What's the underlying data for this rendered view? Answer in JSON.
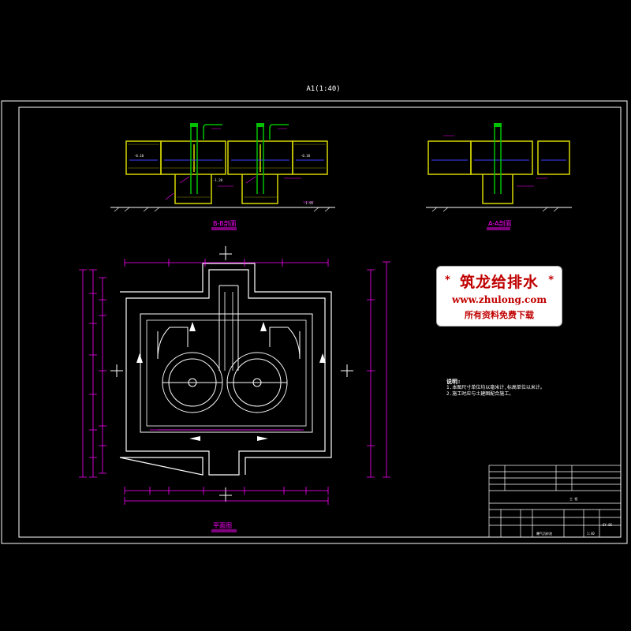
{
  "sheet": {
    "scale_label": "A1(1:40)"
  },
  "sections": {
    "left_label": "B-B剖面",
    "right_label": "A-A剖面",
    "plan_label": "平面图"
  },
  "watermark": {
    "title": "筑龙给排水",
    "url": "www.zhulong.com",
    "subtitle": "所有资料免费下载",
    "star": "*"
  },
  "notes": {
    "heading": "说明:",
    "lines": [
      "1.本图尺寸单位均以毫米计,标高单位以米计。",
      "2.施工时应与土建图配合施工。"
    ]
  },
  "title_block": {
    "project": "工 程",
    "drawing_name": "曝气沉砂池",
    "drawing_no": "SY-05",
    "scale": "1:40"
  },
  "colors": {
    "background": "#000000",
    "frame": "#ffffff",
    "structure": "#d8d800",
    "dimension": "#ff00ff",
    "water": "#4040ff",
    "pipe": "#00c000"
  }
}
